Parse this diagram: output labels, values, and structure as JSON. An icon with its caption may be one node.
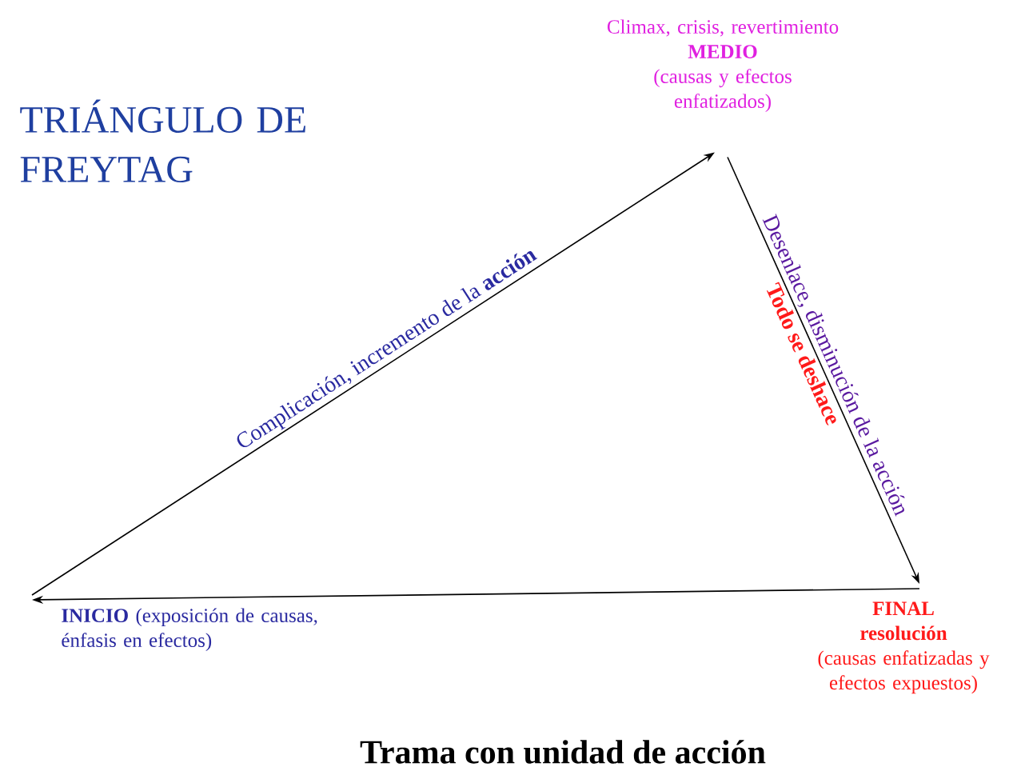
{
  "diagram": {
    "title": "TRIÁNGULO DE FREYTAG",
    "caption": "Trama con unidad de acción",
    "nodes": [
      {
        "text": [
          "Climax, crisis, revertimiento",
          "MEDIO",
          "(causas y efectos enfatizados)"
        ]
      },
      {
        "text": [
          "**INICIO** (exposición de causas, énfasis en efectos)"
        ]
      },
      {
        "text": [
          "FINAL",
          "resolución",
          "(causas enfatizadas y efectos expuestos)"
        ]
      }
    ],
    "edges": [
      {
        "from": 1,
        "to": 0,
        "arrow": "to",
        "label": "Complicación, incremento de la **acción**"
      },
      {
        "from": 0,
        "to": 2,
        "arrow": "to",
        "label": "Desenlace, disminución de la acción"
      },
      {
        "from": 2,
        "to": 1,
        "arrow": "to"
      }
    ],
    "labels": [
      "Todo se deshace"
    ]
  }
}
